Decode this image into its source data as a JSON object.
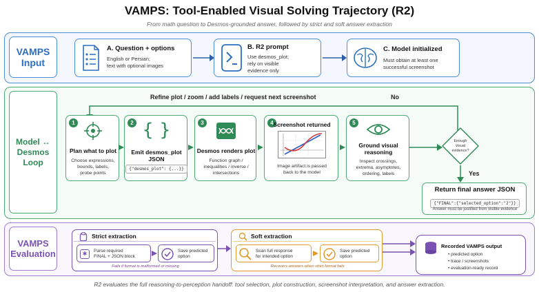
{
  "title": "VAMPS: Tool-Enabled Visual Solving Trajectory (R2)",
  "subtitle": "From math question to Desmos-grounded answer, followed by strict and soft answer extraction",
  "footer": "R2 evaluates the full reasoning-to-perception handoff: tool selection, plot construction, screenshot interpretation, and answer extraction.",
  "colors": {
    "input": "#4a8fd6",
    "loop": "#2e8b55",
    "eval": "#7a52b3",
    "soft": "#e39a2a",
    "curve_red": "#d23a3a",
    "curve_blue": "#2d5fc0"
  },
  "input": {
    "label_line1": "VAMPS",
    "label_line2": "Input",
    "a": {
      "icon": "document-list-icon",
      "title": "A. Question + options",
      "line1": "English or Persian;",
      "line2": "text with optional images"
    },
    "b": {
      "icon": "terminal-prompt-icon",
      "title": "B. R2 prompt",
      "line1": "Use desmos_plot;",
      "line2": "rely on visible",
      "line3": "evidence only"
    },
    "c": {
      "icon": "brain-icon",
      "title": "C. Model initialized",
      "line1": "Must obtain at least one",
      "line2": "successful screenshot"
    }
  },
  "loop": {
    "label_line1": "Model ↔",
    "label_line2": "Desmos",
    "label_line3": "Loop",
    "refine": "Refine plot / zoom / add labels / request next screenshot",
    "no": "No",
    "yes": "Yes",
    "decision_line1": "Enough",
    "decision_line2": "visual",
    "decision_line3": "evidence?",
    "steps": [
      {
        "num": "1",
        "icon": "crosshair-target-icon",
        "title": "Plan what to plot",
        "l1": "Choose expressions,",
        "l2": "bounds, labels,",
        "l3": "probe points"
      },
      {
        "num": "2",
        "icon": "curly-braces-icon",
        "title": "Emit desmos_plot JSON",
        "code": "{\"desmos_plot\": {...}}"
      },
      {
        "num": "3",
        "icon": "desmos-logo-icon",
        "title": "Desmos renders plot",
        "l1": "Function graph /",
        "l2": "inequalities / inverse /",
        "l3": "intersections"
      },
      {
        "num": "4",
        "icon": "graph-screenshot-icon",
        "title": "Screenshot returned",
        "l1": "Image artifact is passed",
        "l2": "back to the model"
      },
      {
        "num": "5",
        "icon": "eye-icon",
        "title_line1": "Ground visual",
        "title_line2": "reasoning",
        "l1": "Inspect crossings,",
        "l2": "extrema, asymptotes,",
        "l3": "ordering, labels"
      }
    ],
    "final": {
      "title": "Return final answer JSON",
      "code": "{\"FINAL\":{\"selected_option\":\"2\"}}",
      "note": "Answer must be justified from visible evidence"
    }
  },
  "eval": {
    "label_line1": "VAMPS",
    "label_line2": "Evaluation",
    "strict": {
      "icon": "clipboard-icon",
      "title": "Strict extraction",
      "parse_icon": "regex-icon",
      "parse_l1": "Parse required",
      "parse_l2": "FINAL + JSON block",
      "save_icon": "check-circle-icon",
      "save_l1": "Save predicted",
      "save_l2": "option",
      "note": "Fails if format is malformed or missing"
    },
    "soft": {
      "icon": "magnifier-icon",
      "title": "Soft extraction",
      "scan_icon": "magnifier-icon",
      "scan_l1": "Scan full response",
      "scan_l2": "for intended option",
      "save_icon": "check-circle-icon",
      "save_l1": "Save predicted",
      "save_l2": "option",
      "note": "Recovers answers when strict format fails"
    },
    "record": {
      "icon": "database-icon",
      "title": "Recorded VAMPS output",
      "items": [
        "predicted option",
        "trace / screenshots",
        "evaluation-ready record"
      ]
    }
  }
}
